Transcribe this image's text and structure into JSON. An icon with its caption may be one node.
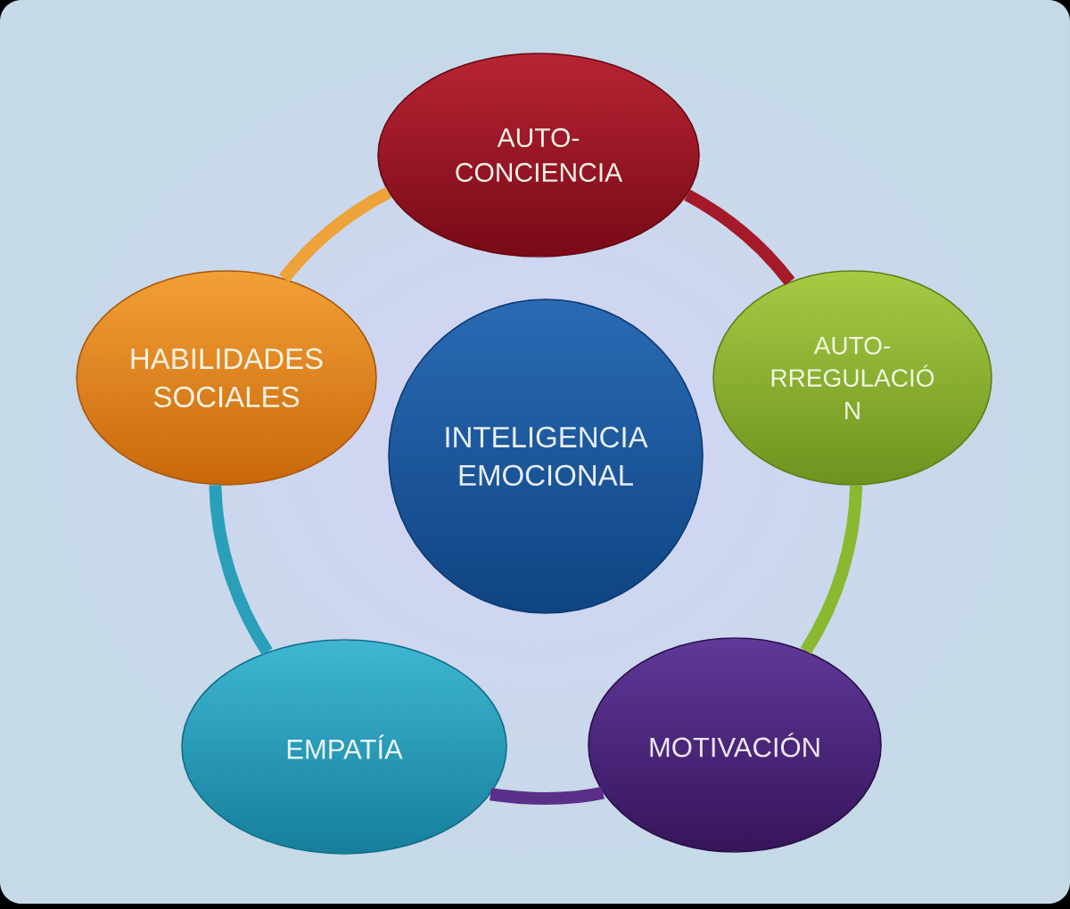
{
  "diagram": {
    "nodes": [
      {
        "text": [
          "AUTO- CONCIENCIA"
        ]
      },
      {
        "text": [
          "HABILIDADES SOCIALES"
        ]
      },
      {
        "text": [
          "INTELIGENCIA EMOCIONAL"
        ]
      },
      {
        "text": [
          "AUTO- RREGULACIÓ N"
        ]
      },
      {
        "text": [
          "EMPATÍA"
        ]
      },
      {
        "text": [
          "MOTIVACIÓN"
        ]
      }
    ],
    "edges": [
      {
        "from": 0,
        "to": 3,
        "arrow": "none",
        "color": "#a51a28"
      },
      {
        "from": 3,
        "to": 5,
        "arrow": "none",
        "color": "#8ab830"
      },
      {
        "from": 5,
        "to": 4,
        "arrow": "none",
        "color": "#5b2f88"
      },
      {
        "from": 4,
        "to": 1,
        "arrow": "none",
        "color": "#2a9fba"
      },
      {
        "from": 1,
        "to": 0,
        "arrow": "none",
        "color": "#eda23a"
      }
    ]
  }
}
